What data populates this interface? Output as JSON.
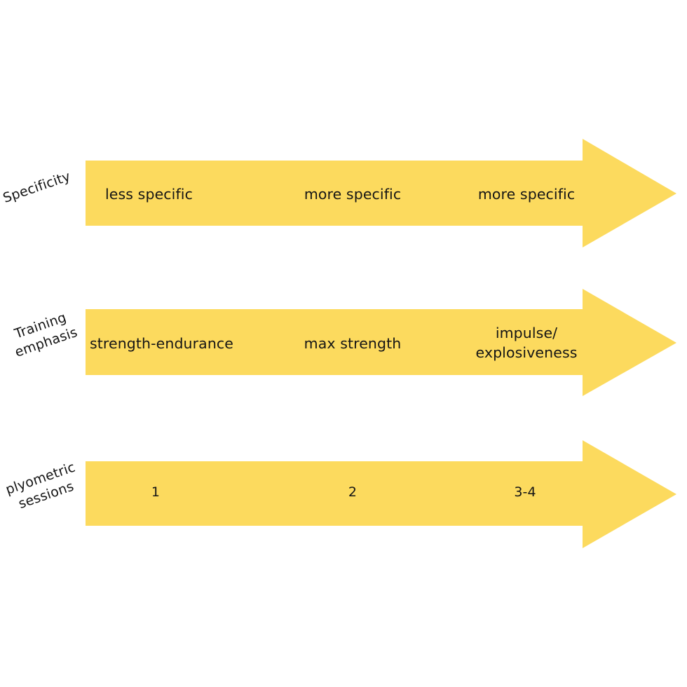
{
  "diagram": {
    "title": "Training progression arrows",
    "background_color": "#ffffff",
    "arrow_color": "#FCDA5E",
    "text_color": "#151515"
  },
  "rows": [
    {
      "label": "Specificity",
      "label_lines": 1,
      "cells": [
        {
          "text": "less specific"
        },
        {
          "text": "more specific"
        },
        {
          "text": "more specific"
        }
      ]
    },
    {
      "label": "Training\nemphasis",
      "label_lines": 2,
      "cells": [
        {
          "text": "strength-endurance"
        },
        {
          "text": "max strength"
        },
        {
          "text": "impulse/\nexplosiveness"
        }
      ]
    },
    {
      "label": "plyometric\nsessions",
      "label_lines": 2,
      "cells": [
        {
          "text": "1"
        },
        {
          "text": "2"
        },
        {
          "text": "3-4"
        }
      ]
    }
  ]
}
